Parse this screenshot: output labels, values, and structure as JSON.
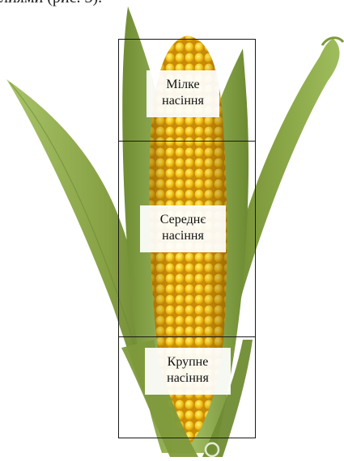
{
  "caption_fragment": "лиями (рис. 3).",
  "zones": [
    {
      "line1": "Мілке",
      "line2": "насіння"
    },
    {
      "line1": "Середнє",
      "line2": "насіння"
    },
    {
      "line1": "Крупне",
      "line2": "насіння"
    }
  ],
  "colors": {
    "kernel": "#f2c318",
    "kernel_shadow": "#c98f0a",
    "husk": "#8eaa4a",
    "husk_dark": "#5f7a2c",
    "frame": "#1a1a1a"
  }
}
